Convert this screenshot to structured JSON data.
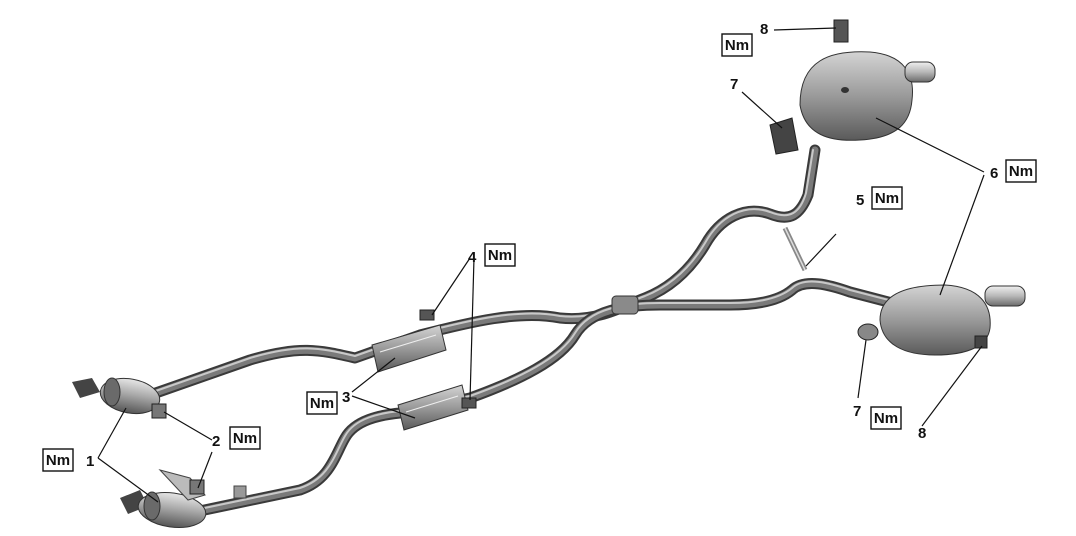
{
  "callouts": {
    "c1": "1",
    "c2": "2",
    "c3": "3",
    "c4": "4",
    "c5": "5",
    "c6": "6",
    "c7a": "7",
    "c7b": "7",
    "c8a": "8",
    "c8b": "8"
  },
  "torque": {
    "nm1": "Nm",
    "nm2": "Nm",
    "nm3": "Nm",
    "nm4": "Nm",
    "nm5": "Nm",
    "nm6": "Nm",
    "nm7": "Nm",
    "nm8": "Nm"
  },
  "colors": {
    "ink": "#111111",
    "pipe_dark": "#3a3a3a",
    "pipe_mid": "#7a7a7a",
    "pipe_light": "#c9c9c9",
    "muffler": "#9a9a9a"
  }
}
